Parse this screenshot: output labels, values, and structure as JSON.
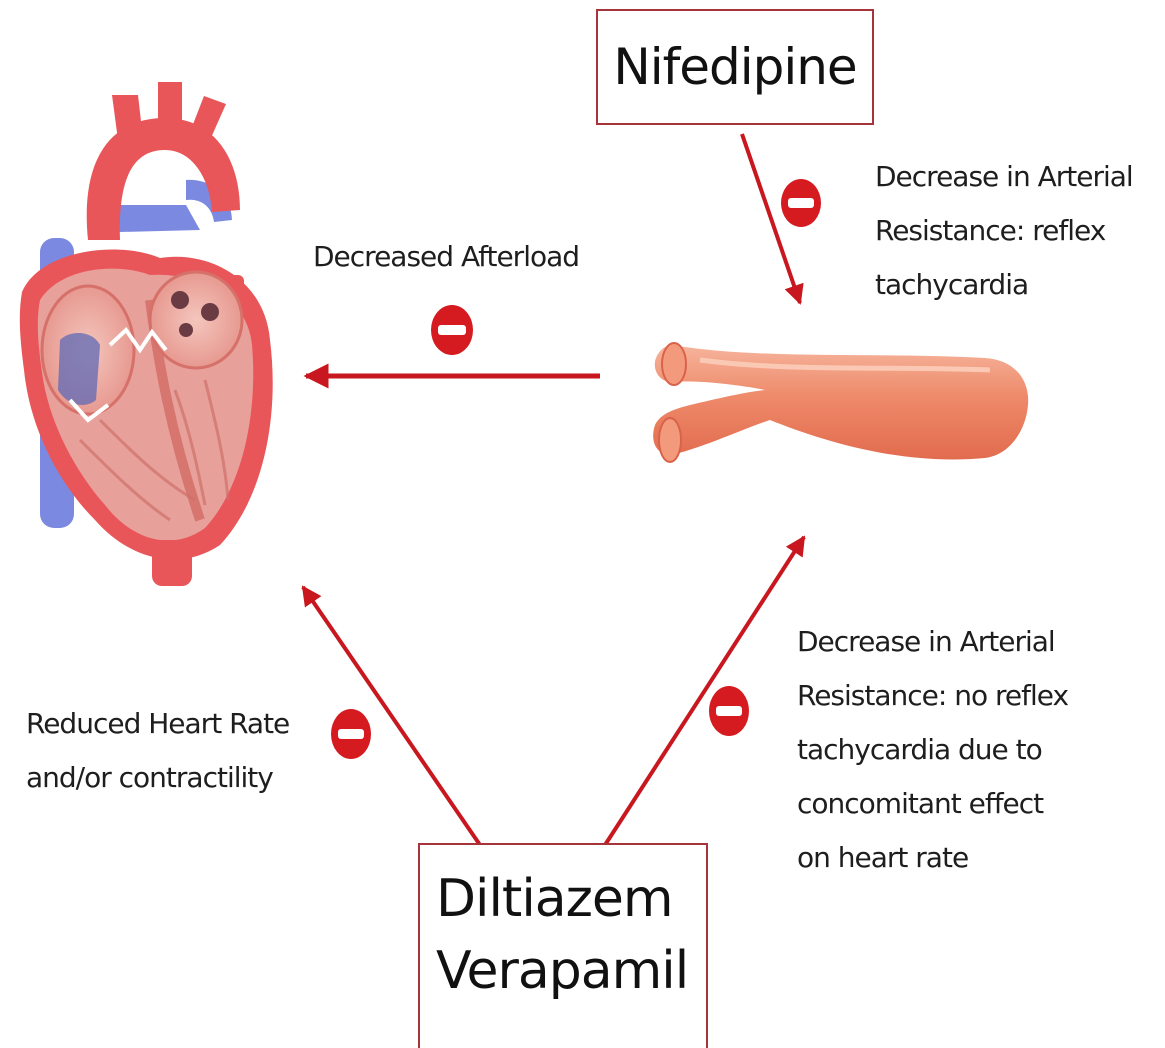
{
  "drugs": {
    "nifedipine": "Nifedipine",
    "diltiazem": "Diltiazem",
    "verapamil": "Verapamil"
  },
  "labels": {
    "decreased_afterload": "Decreased Afterload",
    "nifedipine_effect": [
      "Decrease in Arterial",
      "Resistance: reflex",
      "tachycardia"
    ],
    "reduced_heart_rate": [
      "Reduced Heart Rate",
      "and/or contractility"
    ],
    "dv_effect": [
      "Decrease in Arterial",
      "Resistance: no reflex",
      "tachycardia due to",
      "concomitant effect",
      "on heart rate"
    ]
  },
  "colors": {
    "arrow": "#c8171e",
    "inhibit_badge": "#d51a20",
    "box_border": "#a5353a",
    "artery": "#ec7f60",
    "heart_red": "#e9565a",
    "heart_blue": "#7b8ae0",
    "heart_muscle": "#e8a09a"
  }
}
